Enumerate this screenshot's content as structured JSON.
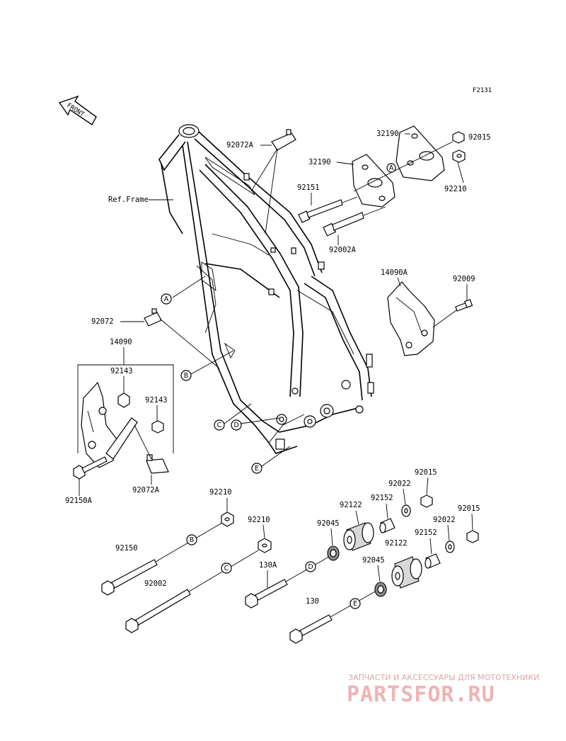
{
  "diagram_code": "F2131",
  "front_label": "FRONT",
  "frame_ref": "Ref.Frame",
  "parts": {
    "p32190_a": "32190",
    "p32190_b": "32190",
    "p92015_a": "92015",
    "p92210_a": "92210",
    "p92151": "92151",
    "p92002a": "92002A",
    "p92072a_top": "92072A",
    "p14090a": "14090A",
    "p92009": "92009",
    "p92072": "92072",
    "p14090": "14090",
    "p92143_a": "92143",
    "p92143_b": "92143",
    "p92150a": "92150A",
    "p92072a_bot": "92072A",
    "p92210_b": "92210",
    "p92210_c": "92210",
    "p92150": "92150",
    "p92002": "92002",
    "p130a": "130A",
    "p130": "130",
    "p92045_a": "92045",
    "p92045_b": "92045",
    "p92122_a": "92122",
    "p92122_b": "92122",
    "p92152_a": "92152",
    "p92152_b": "92152",
    "p92022_a": "92022",
    "p92022_b": "92022",
    "p92015_b": "92015",
    "p92015_c": "92015"
  },
  "refs": {
    "A": "A",
    "B": "B",
    "C": "C",
    "D": "D",
    "E": "E"
  },
  "watermark": {
    "line1": "ЗАПЧАСТИ И АКСЕССУАРЫ ДЛЯ МОТОТЕХНИКИ",
    "line2": "PARTSFOR.RU"
  }
}
